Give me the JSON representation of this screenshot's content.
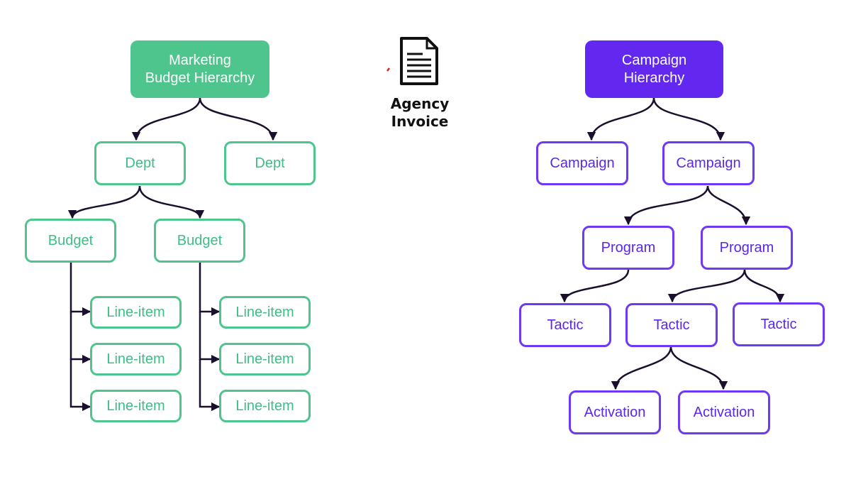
{
  "colors": {
    "green": "#4fc58e",
    "green_text": "#3fbd86",
    "purple": "#6228f0",
    "purple_text": "#5b27e8",
    "connector": "#1b0f2e",
    "invoice_accent": "#e02020"
  },
  "left": {
    "root_line1": "Marketing",
    "root_line2": "Budget Hierarchy",
    "dept_1": "Dept",
    "dept_2": "Dept",
    "budget_1": "Budget",
    "budget_2": "Budget",
    "line_items_1": [
      "Line-item",
      "Line-item",
      "Line-item"
    ],
    "line_items_2": [
      "Line-item",
      "Line-item",
      "Line-item"
    ]
  },
  "center": {
    "icon": "document-icon",
    "label_line1": "Agency",
    "label_line2": "Invoice"
  },
  "right": {
    "root_line1": "Campaign",
    "root_line2": "Hierarchy",
    "campaign_1": "Campaign",
    "campaign_2": "Campaign",
    "program_1": "Program",
    "program_2": "Program",
    "tactic_1": "Tactic",
    "tactic_2": "Tactic",
    "tactic_3": "Tactic",
    "activation_1": "Activation",
    "activation_2": "Activation"
  }
}
